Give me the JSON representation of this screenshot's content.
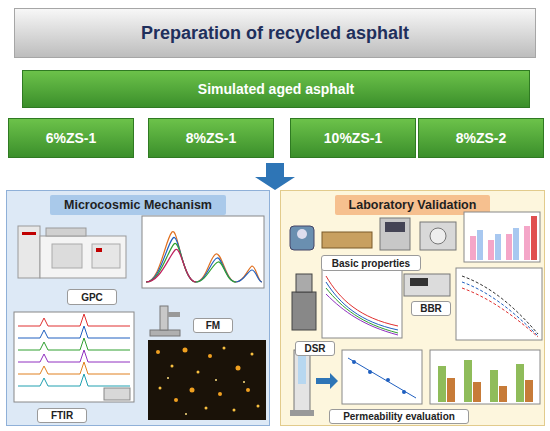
{
  "diagram": {
    "nodes": [
      {
        "text": [
          "Preparation of recycled asphalt"
        ]
      },
      {
        "text": [
          "Simulated aged asphalt"
        ]
      },
      {
        "text": [
          "6%ZS-1"
        ]
      },
      {
        "text": [
          "8%ZS-1"
        ]
      },
      {
        "text": [
          "10%ZS-1"
        ]
      },
      {
        "text": [
          "8%ZS-2"
        ]
      },
      {
        "text": [
          "Microcosmic Mechanism"
        ]
      },
      {
        "text": [
          "GPC"
        ],
        "in": 6
      },
      {
        "text": [
          "FTIR"
        ],
        "in": 6
      },
      {
        "text": [
          "FM"
        ],
        "in": 6
      },
      {
        "text": [
          "Laboratory Validation"
        ]
      },
      {
        "text": [
          "Basic properties"
        ],
        "in": 10
      },
      {
        "text": [
          "DSR"
        ],
        "in": 10
      },
      {
        "text": [
          "BBR"
        ],
        "in": 10
      },
      {
        "text": [
          "Permeability evaluation"
        ],
        "in": 10
      }
    ]
  }
}
